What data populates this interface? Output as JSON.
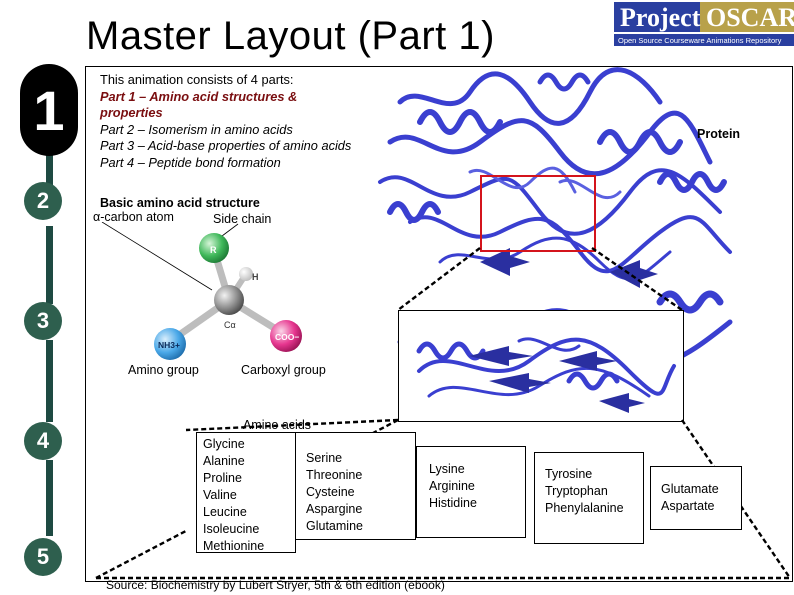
{
  "title": "Master Layout (Part 1)",
  "logo": {
    "word1": "Project",
    "word2": "OSCAR",
    "tagline": "Open Source Courseware Animations Repository"
  },
  "steps": [
    "1",
    "2",
    "3",
    "4",
    "5"
  ],
  "intro": {
    "line1": "This animation consists of 4 parts:",
    "part1": "Part 1 – Amino acid structures & properties",
    "part2": "Part 2 – Isomerism in amino acids",
    "part3": "Part 3 – Acid-base properties of amino acids",
    "part4": "Part 4 – Peptide bond formation"
  },
  "structure": {
    "heading": "Basic amino acid structure",
    "alpha_carbon": "α-carbon atom",
    "side_chain": "Side chain",
    "atom_r": "R",
    "atom_h": "H",
    "atom_c": "Cα",
    "atom_n": "NH3+",
    "atom_coo": "COO−",
    "amino_group": "Amino group",
    "carboxyl_group": "Carboxyl group"
  },
  "protein_label": "Protein",
  "amino_acids": {
    "heading": "Amino acids",
    "group1": [
      "Glycine",
      "Alanine",
      "Proline",
      "Valine",
      "Leucine",
      "Isoleucine",
      "Methionine"
    ],
    "group2": [
      "Serine",
      "Threonine",
      "Cysteine",
      "Aspargine",
      "Glutamine"
    ],
    "group3": [
      "Lysine",
      "Arginine",
      "Histidine"
    ],
    "group4": [
      "Tyrosine",
      "Tryptophan",
      "Phenylalanine"
    ],
    "group5": [
      "Glutamate",
      "Aspartate"
    ]
  },
  "source": "Source: Biochemistry by Lubert Stryer, 5th & 6th edition (ebook)",
  "colors": {
    "accent": "#7a0e10",
    "rail": "#1e4a42",
    "step": "#2e5f4e",
    "protein": "#3a3fd0",
    "highlight": "#d4141c"
  }
}
